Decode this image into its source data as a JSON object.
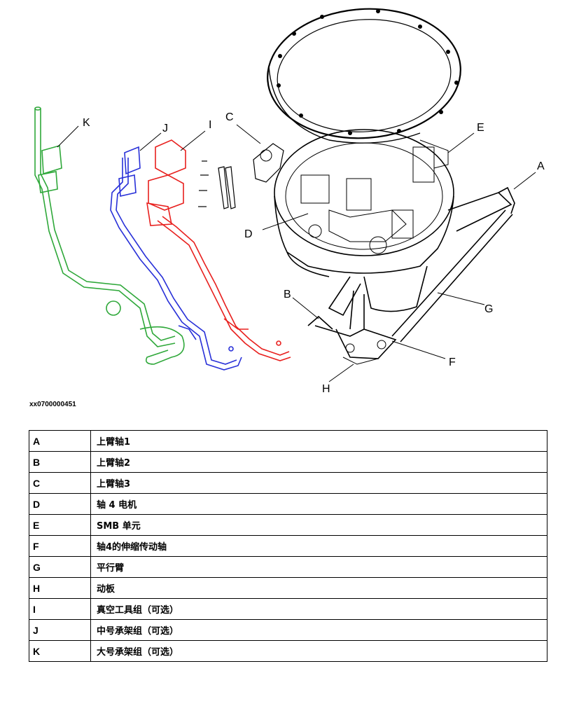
{
  "figure": {
    "callouts": [
      "A",
      "B",
      "C",
      "D",
      "E",
      "F",
      "G",
      "H",
      "I",
      "J",
      "K"
    ]
  },
  "caption": "xx0700000451",
  "legend": [
    {
      "key": "A",
      "desc": "上臂轴1"
    },
    {
      "key": "B",
      "desc": "上臂轴2"
    },
    {
      "key": "C",
      "desc": "上臂轴3"
    },
    {
      "key": "D",
      "desc": "轴 4 电机"
    },
    {
      "key": "E",
      "desc": "SMB 单元"
    },
    {
      "key": "F",
      "desc": "轴4的伸缩传动轴"
    },
    {
      "key": "G",
      "desc": "平行臂"
    },
    {
      "key": "H",
      "desc": "动板"
    },
    {
      "key": "I",
      "desc": "真空工具组（可选）"
    },
    {
      "key": "J",
      "desc": "中号承架组（可选）"
    },
    {
      "key": "K",
      "desc": "大号承架组（可选）"
    }
  ],
  "colors": {
    "vacuum_kit": "#e8201e",
    "medium_kit": "#2830d8",
    "large_kit": "#2fa83a"
  }
}
